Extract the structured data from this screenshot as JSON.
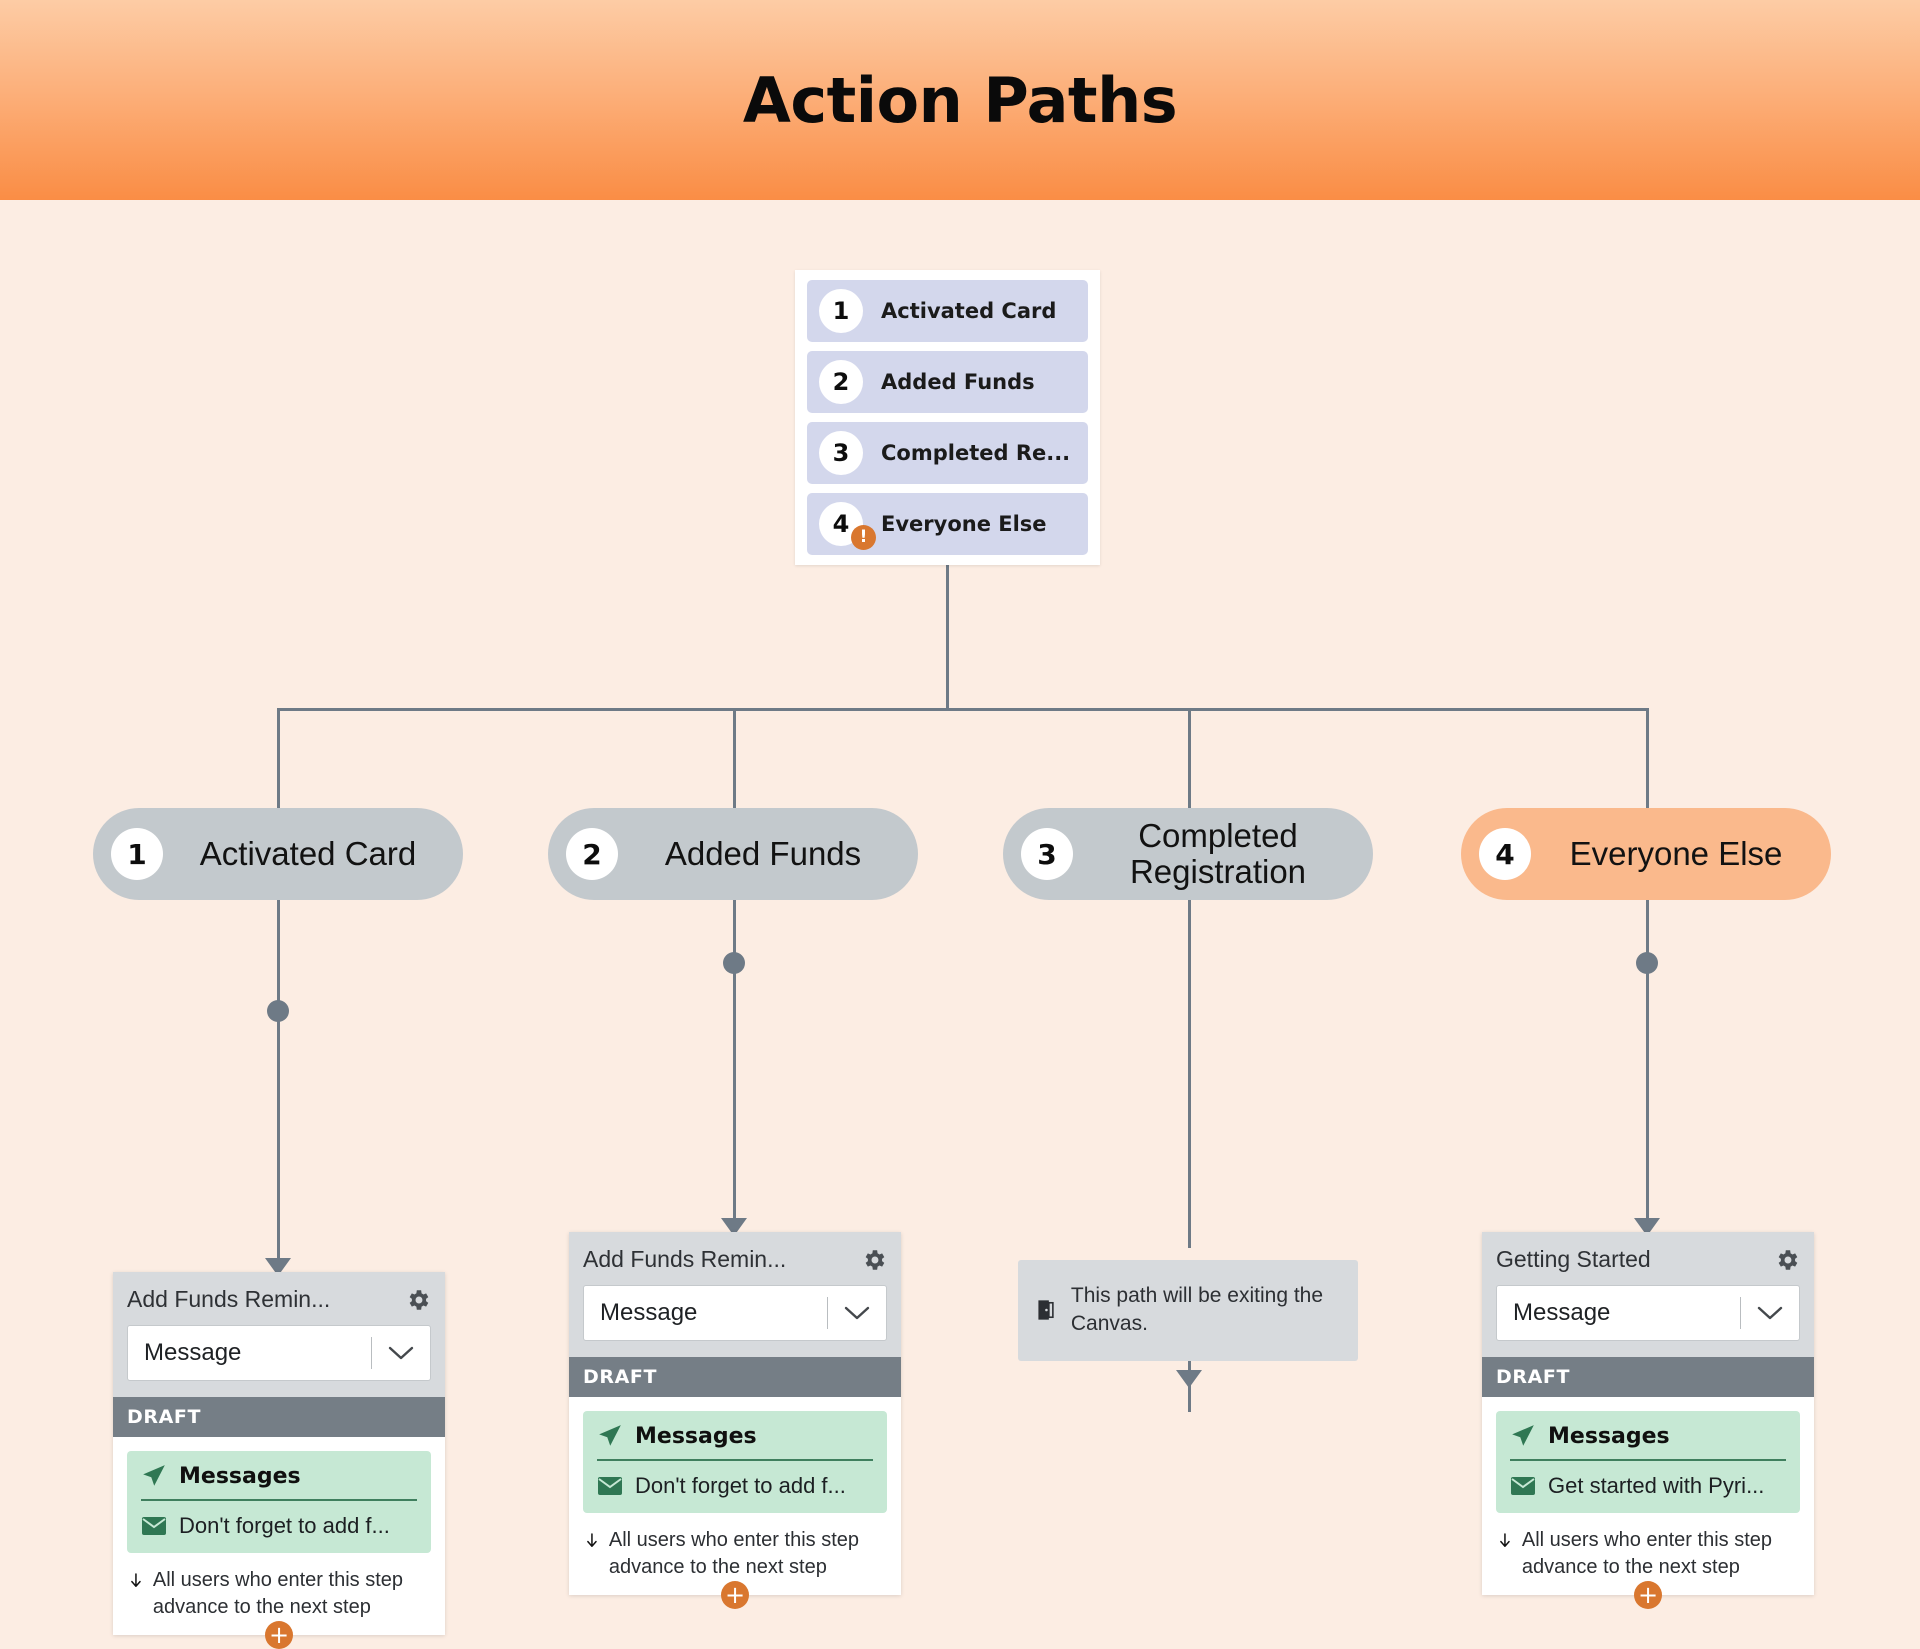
{
  "header": {
    "title": "Action Paths"
  },
  "split_panel": {
    "name": "audience-split-panel",
    "rows": [
      {
        "number": "1",
        "label": "Activated Card",
        "warning": false
      },
      {
        "number": "2",
        "label": "Added Funds",
        "warning": false
      },
      {
        "number": "3",
        "label": "Completed Re...",
        "warning": false
      },
      {
        "number": "4",
        "label": "Everyone Else",
        "warning": true,
        "warning_glyph": "!"
      }
    ]
  },
  "branches": [
    {
      "number": "1",
      "label": "Activated Card",
      "accent": false
    },
    {
      "number": "2",
      "label": "Added Funds",
      "accent": false
    },
    {
      "number": "3",
      "label": "Completed\nRegistration",
      "label_line1": "Completed",
      "label_line2": "Registration",
      "accent": false
    },
    {
      "number": "4",
      "label": "Everyone Else",
      "accent": true
    }
  ],
  "cards": [
    {
      "title": "Add Funds Remin...",
      "select_value": "Message",
      "status": "DRAFT",
      "messages_label": "Messages",
      "message_item": "Don't forget to add f...",
      "advance_text": "All users who enter this step advance to the next step",
      "plus_label": "+"
    },
    {
      "title": "Add Funds Remin...",
      "select_value": "Message",
      "status": "DRAFT",
      "messages_label": "Messages",
      "message_item": "Don't forget to add f...",
      "advance_text": "All users who enter this step advance to the next step",
      "plus_label": "+"
    },
    {
      "title": "Getting Started",
      "select_value": "Message",
      "status": "DRAFT",
      "messages_label": "Messages",
      "message_item": "Get started with Pyri...",
      "advance_text": "All users who enter this step advance to the next step",
      "plus_label": "+"
    }
  ],
  "exit_note": {
    "text": "This path will be exiting the Canvas."
  },
  "colors": {
    "header_gradient_start": "#FDCCA5",
    "header_gradient_end": "#FA8D45",
    "canvas_bg": "#FCEDE3",
    "split_row_bg": "#D3D7EC",
    "pill_bg": "#C3C9CD",
    "pill_accent_bg": "#FAB98C",
    "connector": "#6E7A86",
    "status_bar": "#757E86",
    "message_block": "#C6E8D4",
    "accent_orange": "#D9772F"
  },
  "icons": {
    "gear": "gear-icon",
    "chevron_down": "chevron-down-icon",
    "paper_plane": "paper-plane-icon",
    "envelope": "envelope-icon",
    "arrow_down": "arrow-down-icon",
    "exit_door": "exit-door-icon",
    "warning": "warning-icon",
    "plus": "plus-icon"
  }
}
